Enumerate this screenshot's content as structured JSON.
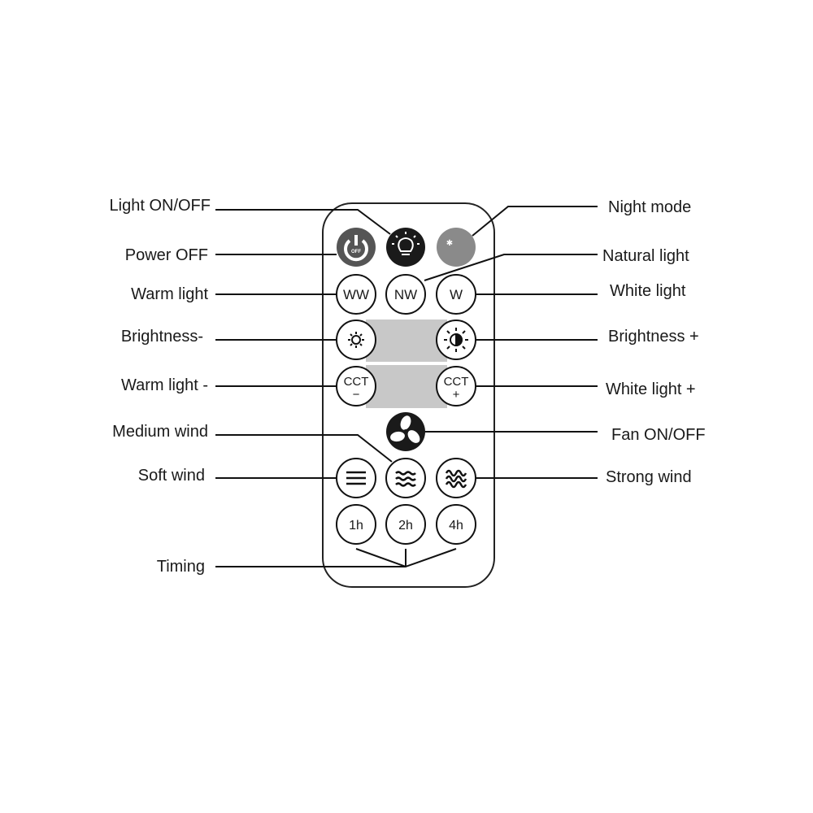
{
  "labels_left": {
    "light_on_off": "Light ON/OFF",
    "power_off": "Power OFF",
    "warm_light": "Warm light",
    "brightness_minus": "Brightness-",
    "warm_light_minus": "Warm light -",
    "medium_wind": "Medium wind",
    "soft_wind": "Soft wind",
    "timing": "Timing"
  },
  "labels_right": {
    "night_mode": "Night mode",
    "natural_light": "Natural light",
    "white_light": "White light",
    "brightness_plus": "Brightness +",
    "white_light_plus": "White light +",
    "fan_on_off": "Fan ON/OFF",
    "strong_wind": "Strong wind"
  },
  "buttons": {
    "off_badge": "OFF",
    "ww": "WW",
    "nw": "NW",
    "w": "W",
    "cct": "CCT",
    "minus": "−",
    "plus": "+",
    "t1": "1h",
    "t2": "2h",
    "t4": "4h"
  },
  "colors": {
    "power": "#555555",
    "light": "#1a1a1a",
    "night": "#8a8a8a",
    "band": "#c8c8c8"
  }
}
